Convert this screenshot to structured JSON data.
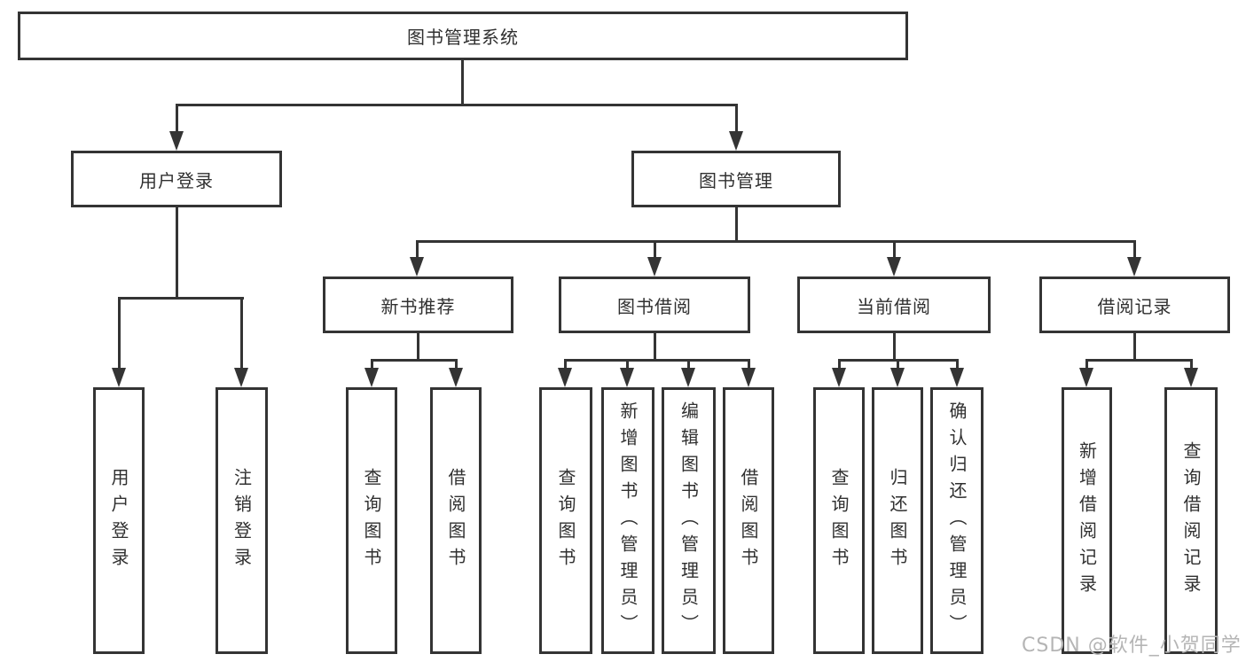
{
  "tree": {
    "label": "图书管理系统",
    "children": [
      {
        "label": "用户登录",
        "children": [
          {
            "label": "用户登录"
          },
          {
            "label": "注销登录"
          }
        ]
      },
      {
        "label": "图书管理",
        "children": [
          {
            "label": "新书推荐",
            "children": [
              {
                "label": "查询图书"
              },
              {
                "label": "借阅图书"
              }
            ]
          },
          {
            "label": "图书借阅",
            "children": [
              {
                "label": "查询图书"
              },
              {
                "label": "新增图书（管理员）"
              },
              {
                "label": "编辑图书（管理员）"
              },
              {
                "label": "借阅图书"
              }
            ]
          },
          {
            "label": "当前借阅",
            "children": [
              {
                "label": "查询图书"
              },
              {
                "label": "归还图书"
              },
              {
                "label": "确认归还（管理员）"
              }
            ]
          },
          {
            "label": "借阅记录",
            "children": [
              {
                "label": "新增借阅记录"
              },
              {
                "label": "查询借阅记录"
              }
            ]
          }
        ]
      }
    ]
  },
  "watermark": {
    "text": "CSDN @软件_小贺同学"
  },
  "colors": {
    "line": "#343434",
    "box_border": "#343434",
    "text": "#303030",
    "watermark": "#b5b5b5",
    "background": "#ffffff"
  }
}
